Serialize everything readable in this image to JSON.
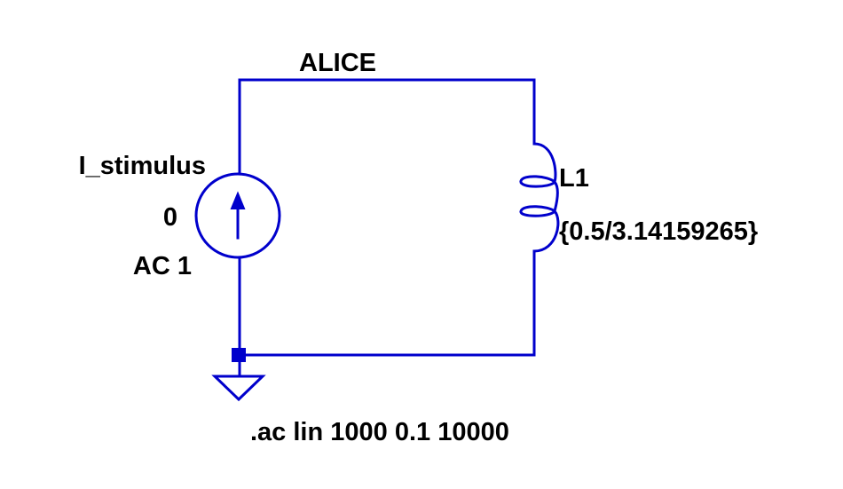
{
  "colors": {
    "wire": "#0000cc",
    "node": "#0000cc",
    "text": "#000000",
    "background": "#ffffff"
  },
  "net": {
    "label": "ALICE"
  },
  "current_source": {
    "name": "I_stimulus",
    "dc_value": "0",
    "ac_value": "AC 1",
    "icon": "current-source-arrow-up"
  },
  "inductor": {
    "name": "L1",
    "value": "{0.5/3.14159265}",
    "icon": "inductor-coil"
  },
  "ground": {
    "icon": "ground-triangle"
  },
  "directive": {
    "text": ".ac lin 1000 0.1 10000"
  }
}
